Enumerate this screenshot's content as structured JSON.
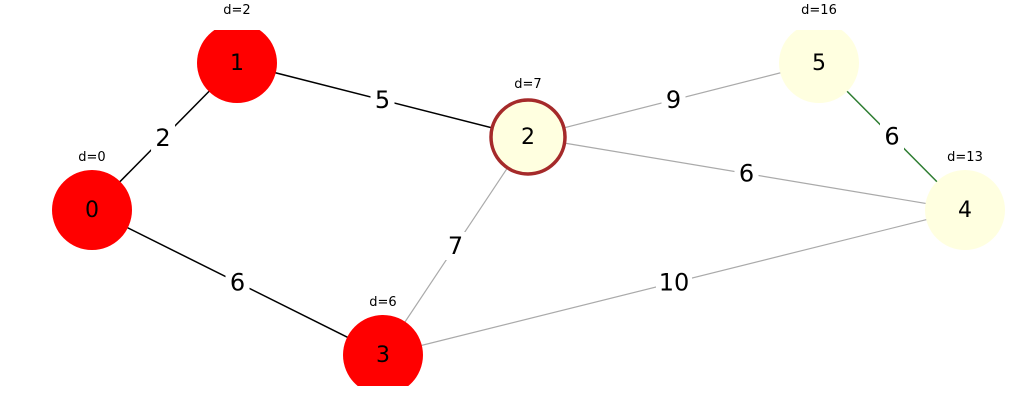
{
  "colors": {
    "visited": "#ff0000",
    "unvisited": "#ffffe0",
    "current_stroke": "#a52a2a",
    "tree_edge": "#000000",
    "inactive_edge": "#aaaaaa",
    "active_edge": "#2e7d32"
  },
  "nodes": [
    {
      "id": "0",
      "label": "0",
      "dist": "d=0",
      "state": "visited"
    },
    {
      "id": "1",
      "label": "1",
      "dist": "d=2",
      "state": "visited"
    },
    {
      "id": "2",
      "label": "2",
      "dist": "d=7",
      "state": "current"
    },
    {
      "id": "3",
      "label": "3",
      "dist": "d=6",
      "state": "visited"
    },
    {
      "id": "4",
      "label": "4",
      "dist": "d=13",
      "state": "unvisited"
    },
    {
      "id": "5",
      "label": "5",
      "dist": "d=16",
      "state": "unvisited"
    }
  ],
  "edges": [
    {
      "from": "0",
      "to": "1",
      "weight": "2",
      "state": "tree"
    },
    {
      "from": "0",
      "to": "3",
      "weight": "6",
      "state": "tree"
    },
    {
      "from": "1",
      "to": "2",
      "weight": "5",
      "state": "tree"
    },
    {
      "from": "2",
      "to": "5",
      "weight": "9",
      "state": "inactive"
    },
    {
      "from": "2",
      "to": "4",
      "weight": "6",
      "state": "inactive"
    },
    {
      "from": "2",
      "to": "3",
      "weight": "7",
      "state": "inactive"
    },
    {
      "from": "3",
      "to": "4",
      "weight": "10",
      "state": "inactive"
    },
    {
      "from": "5",
      "to": "4",
      "weight": "6",
      "state": "active"
    }
  ]
}
